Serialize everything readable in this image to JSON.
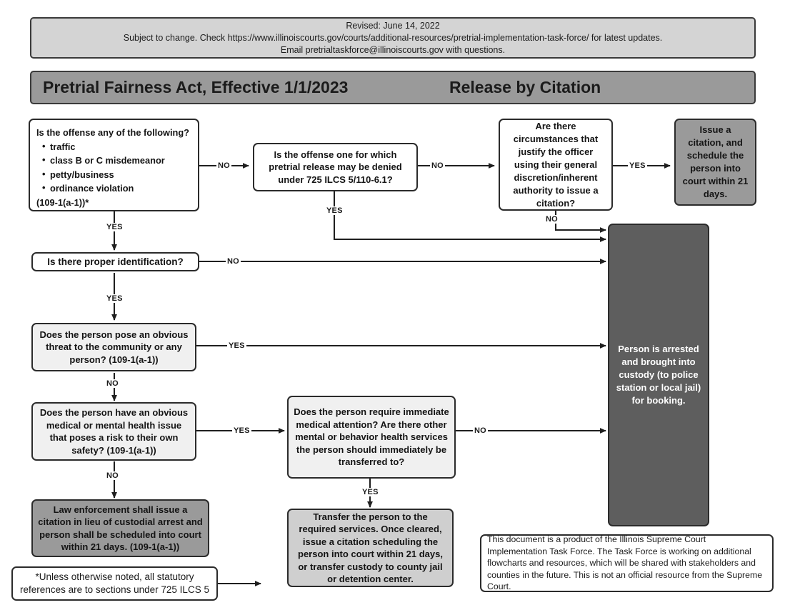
{
  "banner": {
    "lines": [
      "Revised: June 14, 2022",
      "Subject to change. Check https://www.illinoiscourts.gov/courts/additional-resources/pretrial-implementation-task-force/ for latest updates.",
      "Email pretrialtaskforce@illinoiscourts.gov with questions."
    ]
  },
  "title": {
    "left": "Pretrial Fairness Act, Effective 1/1/2023",
    "right": "Release by Citation"
  },
  "nodes": {
    "offense_type": {
      "heading": "Is the offense any of the following?",
      "bullets": [
        "traffic",
        "class B or C misdemeanor",
        "petty/business",
        "ordinance violation"
      ],
      "citation": "(109-1(a-1))*"
    },
    "denial_eligible": "Is the offense one for which pretrial release may be denied under  725 ILCS 5/110-6.1?",
    "officer_discretion": "Are there circumstances that justify the officer using their general discretion/inherent authority to issue a citation?",
    "issue_citation": "Issue a citation, and schedule the person into court within 21 days.",
    "proper_id": "Is there proper identification?",
    "obvious_threat": "Does the person pose an obvious threat to the community or any person? (109-1(a-1))",
    "medical_mental": "Does the person have an obvious medical or mental health issue that poses a risk to their own safety? (109-1(a-1))",
    "immediate_medical": "Does the person require immediate medical attention? Are there other mental or behavior health services the person should immediately be transferred to?",
    "law_enforcement_citation": "Law enforcement shall issue a citation in lieu of custodial arrest and person shall be scheduled into court within 21 days. (109-1(a-1))",
    "transfer_services": "Transfer the person to the required services. Once cleared, issue a citation scheduling the person into court within 21 days, or transfer custody to county jail or detention center.",
    "arrested": "Person is arrested and brought into custody (to police station or local jail) for booking.",
    "footnote": "*Unless otherwise noted, all statutory references are to sections under 725 ILCS 5",
    "disclaimer": "This document is a product of the Illinois Supreme Court Implementation Task Force. The Task Force is working on additional flowcharts and resources, which will be shared with stakeholders and counties in the future. This is not an official resource from the Supreme Court."
  },
  "edges": {
    "offense_no": "NO",
    "offense_yes": "YES",
    "denial_no": "NO",
    "denial_yes": "YES",
    "discretion_yes": "YES",
    "discretion_no": "NO",
    "id_no": "NO",
    "id_yes": "YES",
    "threat_yes": "YES",
    "threat_no": "NO",
    "medical_yes": "YES",
    "medical_no": "NO",
    "immediate_no": "NO",
    "immediate_yes": "YES"
  },
  "colors": {
    "banner_fill": "#d4d4d4",
    "title_fill": "#9a9a9a",
    "grey_fill": "#9a9a9a",
    "light_grey_fill": "#cfcfcf",
    "dark_fill": "#5e5e5e",
    "faint_fill": "#f0f0f0",
    "stroke": "#2b2b2b"
  }
}
